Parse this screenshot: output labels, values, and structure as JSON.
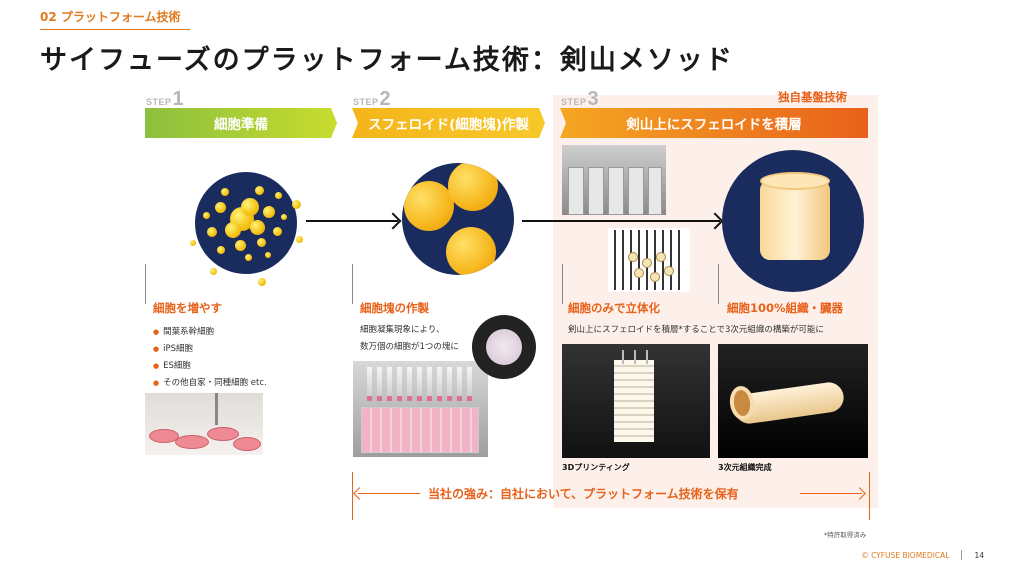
{
  "section_tag": "02 プラットフォーム技術",
  "title": "サイフューズのプラットフォーム技術：剣山メソッド",
  "proprietary_label": "独自基盤技術",
  "steps": [
    {
      "label": "STEP",
      "num": "1",
      "banner": "細胞準備"
    },
    {
      "label": "STEP",
      "num": "2",
      "banner": "スフェロイド(細胞塊)作製"
    },
    {
      "label": "STEP",
      "num": "3",
      "banner": "剣山上にスフェロイドを積層"
    }
  ],
  "step1": {
    "heading": "細胞を増やす",
    "bullets": [
      "間葉系幹細胞",
      "iPS細胞",
      "ES細胞",
      "その他自家・同種細胞 etc."
    ]
  },
  "step2": {
    "heading": "細胞塊の作製",
    "text1": "細胞凝集現象により、",
    "text2": "数万個の細胞が1つの塊に"
  },
  "step3": {
    "heading_left": "細胞のみで立体化",
    "heading_right": "細胞100%組織・臓器",
    "text": "剣山上にスフェロイドを積層*することで3次元組織の構築が可能に",
    "caption_left": "3Dプリンティング",
    "caption_right": "3次元組織完成"
  },
  "strength": "当社の強み：自社において、プラットフォーム技術を保有",
  "footnote": "*特許取得済み",
  "footer": {
    "company": "© CYFUSE BIOMEDICAL",
    "page": "14"
  },
  "colors": {
    "accent": "#e8611a",
    "navy": "#1a2b5e",
    "green": "#8cbf3f",
    "yellow": "#f4b51b"
  }
}
